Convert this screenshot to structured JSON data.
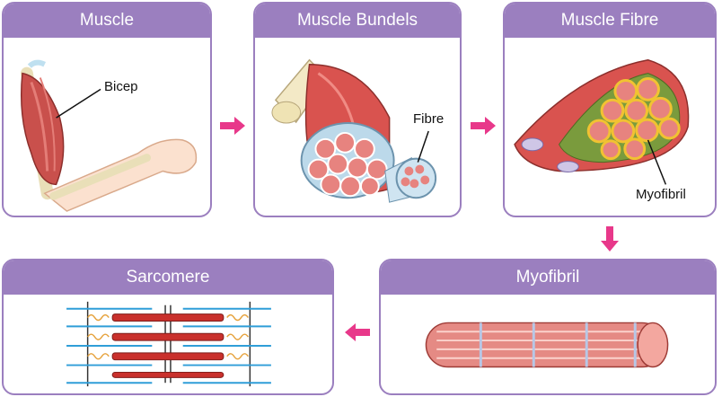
{
  "panels": {
    "muscle": {
      "title": "Muscle",
      "label": "Bicep"
    },
    "bundles": {
      "title": "Muscle Bundels",
      "label": "Fibre"
    },
    "fibre": {
      "title": "Muscle Fibre",
      "label": "Myofibril"
    },
    "myofibril": {
      "title": "Myofibril"
    },
    "sarcomere": {
      "title": "Sarcomere"
    }
  },
  "colors": {
    "panel_accent": "#9b7fbf",
    "arrow": "#e8388a",
    "muscle": "#d9534f",
    "tendon": "#f3e9c6"
  }
}
